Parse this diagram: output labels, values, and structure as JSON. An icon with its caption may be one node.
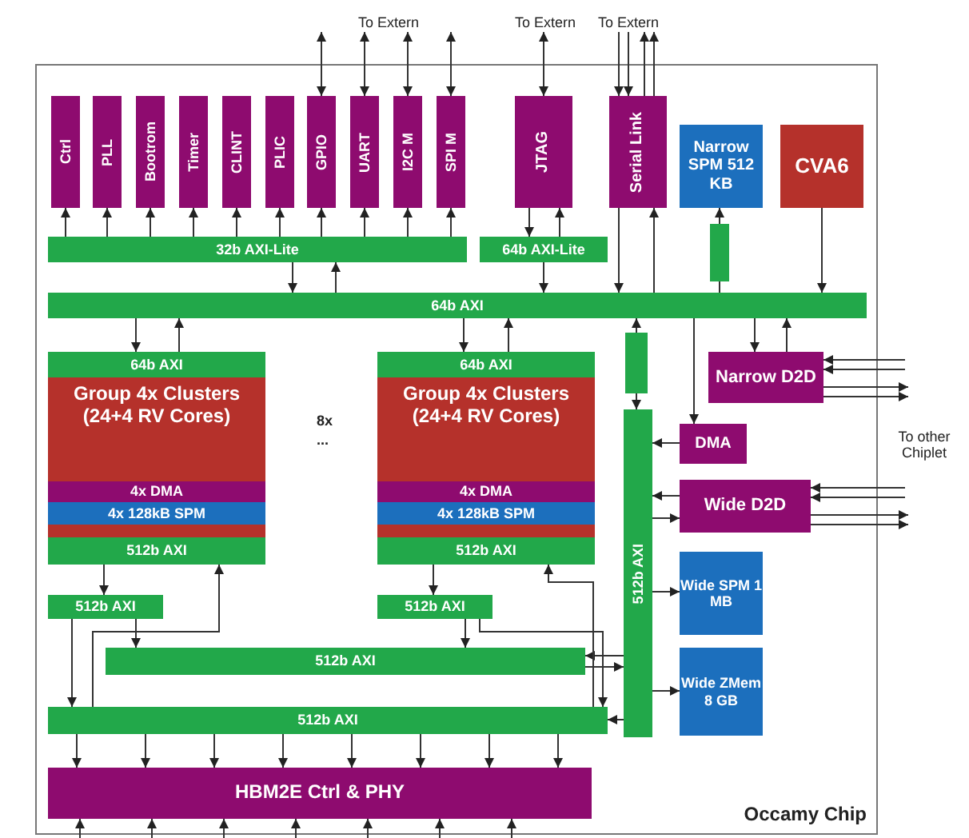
{
  "diagram": {
    "nodes": [
      {
        "text": [
          "Occamy Chip"
        ]
      },
      {
        "text": [
          "Ctrl"
        ],
        "in": 0
      },
      {
        "text": [
          "PLL"
        ],
        "in": 0
      },
      {
        "text": [
          "Bootrom"
        ],
        "in": 0
      },
      {
        "text": [
          "Timer"
        ],
        "in": 0
      },
      {
        "text": [
          "CLINT"
        ],
        "in": 0
      },
      {
        "text": [
          "PLIC"
        ],
        "in": 0
      },
      {
        "text": [
          "GPIO"
        ],
        "in": 0
      },
      {
        "text": [
          "UART"
        ],
        "in": 0
      },
      {
        "text": [
          "I2C M"
        ],
        "in": 0
      },
      {
        "text": [
          "SPI M"
        ],
        "in": 0
      },
      {
        "text": [
          "JTAG"
        ],
        "in": 0
      },
      {
        "text": [
          "Serial Link"
        ],
        "in": 0
      },
      {
        "text": [
          "Narrow SPM 512 KB"
        ],
        "in": 0
      },
      {
        "text": [
          "CVA6"
        ],
        "in": 0
      },
      {
        "text": [
          "32b AXI-Lite"
        ],
        "in": 0
      },
      {
        "text": [
          "64b AXI-Lite"
        ],
        "in": 0
      },
      {
        "text": [
          "64b AXI"
        ],
        "in": 0
      },
      {
        "text": [],
        "shape": "bar",
        "in": 0
      },
      {
        "text": [
          "Group 4x Clusters (24+4 RV Cores)"
        ],
        "in": 0
      },
      {
        "text": [
          "64b AXI"
        ],
        "in": 19
      },
      {
        "text": [
          "4x DMA"
        ],
        "in": 19
      },
      {
        "text": [
          "4x 128kB SPM"
        ],
        "in": 19
      },
      {
        "text": [
          "512b AXI"
        ],
        "in": 19
      },
      {
        "text": [
          "Group 4x Clusters (24+4 RV Cores)"
        ],
        "in": 0
      },
      {
        "text": [
          "64b AXI"
        ],
        "in": 24
      },
      {
        "text": [
          "4x DMA"
        ],
        "in": 24
      },
      {
        "text": [
          "4x 128kB SPM"
        ],
        "in": 24
      },
      {
        "text": [
          "512b AXI"
        ],
        "in": 24
      },
      {
        "text": [
          "512b AXI"
        ],
        "in": 0
      },
      {
        "text": [
          "512b AXI"
        ],
        "in": 0
      },
      {
        "text": [
          "512b AXI"
        ],
        "in": 0
      },
      {
        "text": [
          "512b AXI"
        ],
        "in": 0
      },
      {
        "text": [
          "HBM2E Ctrl & PHY"
        ],
        "in": 0
      },
      {
        "text": [],
        "shape": "bar",
        "in": 0
      },
      {
        "text": [
          "512b AXI"
        ],
        "in": 0
      },
      {
        "text": [
          "Narrow D2D"
        ],
        "in": 0
      },
      {
        "text": [
          "DMA"
        ],
        "in": 0
      },
      {
        "text": [
          "Wide D2D"
        ],
        "in": 0
      },
      {
        "text": [
          "Wide SPM 1 MB"
        ],
        "in": 0
      },
      {
        "text": [
          "Wide ZMem 8 GB"
        ],
        "in": 0
      },
      {
        "text": [
          "To Extern"
        ]
      },
      {
        "text": [
          "To Extern"
        ]
      },
      {
        "text": [
          "To Extern"
        ]
      }
    ],
    "edges": [
      {
        "from": 15,
        "to": 1,
        "arrow": "to"
      },
      {
        "from": 15,
        "to": 2,
        "arrow": "to"
      },
      {
        "from": 15,
        "to": 3,
        "arrow": "to"
      },
      {
        "from": 15,
        "to": 4,
        "arrow": "to"
      },
      {
        "from": 15,
        "to": 5,
        "arrow": "to"
      },
      {
        "from": 15,
        "to": 6,
        "arrow": "to"
      },
      {
        "from": 15,
        "to": 7,
        "arrow": "to"
      },
      {
        "from": 15,
        "to": 8,
        "arrow": "to"
      },
      {
        "from": 15,
        "to": 9,
        "arrow": "to"
      },
      {
        "from": 15,
        "to": 10,
        "arrow": "to"
      },
      {
        "from": 7,
        "to": 41,
        "arrow": "both"
      },
      {
        "from": 8,
        "to": 41,
        "arrow": "both"
      },
      {
        "from": 9,
        "to": 41,
        "arrow": "both"
      },
      {
        "from": 10,
        "to": 41,
        "arrow": "both"
      },
      {
        "from": 11,
        "to": 42,
        "arrow": "both"
      },
      {
        "from": 43,
        "to": 12,
        "arrow": "to"
      },
      {
        "from": 43,
        "to": 12,
        "arrow": "to"
      },
      {
        "from": 12,
        "to": 43,
        "arrow": "to"
      },
      {
        "from": 12,
        "to": 43,
        "arrow": "to"
      },
      {
        "from": 11,
        "to": 16,
        "arrow": "to"
      },
      {
        "from": 16,
        "to": 11,
        "arrow": "to"
      },
      {
        "from": 16,
        "to": 17,
        "arrow": "to"
      },
      {
        "from": 15,
        "to": 17,
        "arrow": "to"
      },
      {
        "from": 17,
        "to": 15,
        "arrow": "to"
      },
      {
        "from": 12,
        "to": 17,
        "arrow": "to"
      },
      {
        "from": 17,
        "to": 12,
        "arrow": "to"
      },
      {
        "from": 17,
        "to": 18,
        "arrow": "none"
      },
      {
        "from": 18,
        "to": 13,
        "arrow": "to"
      },
      {
        "from": 14,
        "to": 17,
        "arrow": "to"
      },
      {
        "from": 17,
        "to": 20,
        "arrow": "to"
      },
      {
        "from": 20,
        "to": 17,
        "arrow": "to"
      },
      {
        "from": 17,
        "to": 25,
        "arrow": "to"
      },
      {
        "from": 25,
        "to": 17,
        "arrow": "to"
      },
      {
        "from": 17,
        "to": 36,
        "arrow": "to"
      },
      {
        "from": 36,
        "to": 17,
        "arrow": "to"
      },
      {
        "from": 17,
        "to": 37,
        "arrow": "to"
      },
      {
        "from": 34,
        "to": 17,
        "arrow": "to"
      },
      {
        "from": 34,
        "to": 35,
        "arrow": "to"
      },
      {
        "from": 37,
        "to": 35,
        "arrow": "to"
      },
      {
        "from": 38,
        "to": 35,
        "arrow": "to"
      },
      {
        "from": 35,
        "to": 38,
        "arrow": "to"
      },
      {
        "from": 35,
        "to": 39,
        "arrow": "to"
      },
      {
        "from": 35,
        "to": 40,
        "arrow": "to"
      },
      {
        "from": 35,
        "to": 31,
        "arrow": "to"
      },
      {
        "from": 31,
        "to": 35,
        "arrow": "to"
      },
      {
        "from": 35,
        "to": 32,
        "arrow": "to"
      },
      {
        "from": null,
        "to": 36,
        "arrow": "to"
      },
      {
        "from": null,
        "to": 36,
        "arrow": "to"
      },
      {
        "from": 36,
        "to": null,
        "arrow": "to"
      },
      {
        "from": 36,
        "to": null,
        "arrow": "to"
      },
      {
        "from": null,
        "to": 38,
        "arrow": "to"
      },
      {
        "from": null,
        "to": 38,
        "arrow": "to"
      },
      {
        "from": 38,
        "to": null,
        "arrow": "to"
      },
      {
        "from": 38,
        "to": null,
        "arrow": "to"
      },
      {
        "from": 23,
        "to": 29,
        "arrow": "to"
      },
      {
        "from": 29,
        "to": 31,
        "arrow": "to"
      },
      {
        "from": 29,
        "to": 32,
        "arrow": "to"
      },
      {
        "from": 32,
        "to": 23,
        "arrow": "to"
      },
      {
        "from": 28,
        "to": 30,
        "arrow": "to"
      },
      {
        "from": 30,
        "to": 31,
        "arrow": "to"
      },
      {
        "from": 30,
        "to": 32,
        "arrow": "to"
      },
      {
        "from": 32,
        "to": 28,
        "arrow": "to"
      },
      {
        "from": 32,
        "to": 33,
        "arrow": "to"
      },
      {
        "from": 32,
        "to": 33,
        "arrow": "to"
      },
      {
        "from": 32,
        "to": 33,
        "arrow": "to"
      },
      {
        "from": 32,
        "to": 33,
        "arrow": "to"
      },
      {
        "from": 32,
        "to": 33,
        "arrow": "to"
      },
      {
        "from": 32,
        "to": 33,
        "arrow": "to"
      },
      {
        "from": 32,
        "to": 33,
        "arrow": "to"
      },
      {
        "from": 32,
        "to": 33,
        "arrow": "to"
      },
      {
        "from": null,
        "to": 33,
        "arrow": "to"
      },
      {
        "from": null,
        "to": 33,
        "arrow": "to"
      },
      {
        "from": null,
        "to": 33,
        "arrow": "to"
      },
      {
        "from": null,
        "to": 33,
        "arrow": "to"
      },
      {
        "from": null,
        "to": 33,
        "arrow": "to"
      },
      {
        "from": null,
        "to": 33,
        "arrow": "to"
      },
      {
        "from": null,
        "to": 33,
        "arrow": "to"
      }
    ],
    "labels": [
      "8x",
      "...",
      "To other Chiplet"
    ]
  }
}
